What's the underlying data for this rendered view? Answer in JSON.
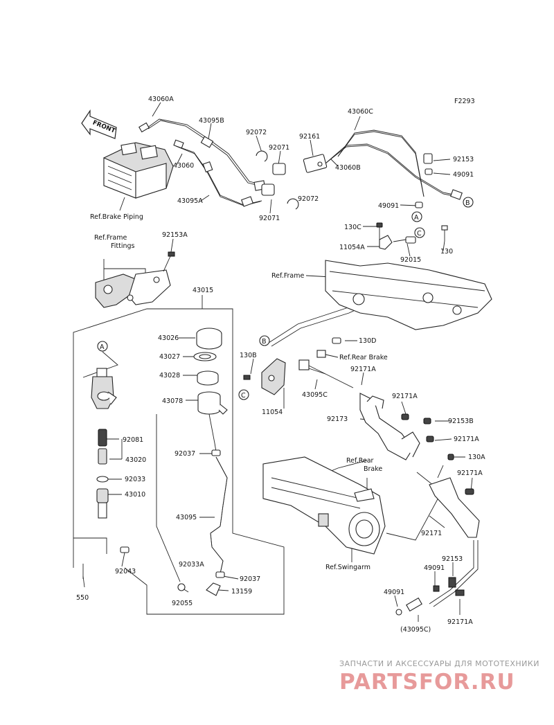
{
  "diagram_code": "F2293",
  "watermark": {
    "tagline": "ЗАПЧАСТИ И АКСЕССУАРЫ ДЛЯ МОТОТЕХНИКИ",
    "brand": "PARTSFOR.RU"
  },
  "front_arrow": "FRONT",
  "refs": {
    "brake_piping": "Ref.Brake Piping",
    "frame_fittings_1": "Ref.Frame",
    "frame_fittings_2": "Fittings",
    "frame": "Ref.Frame",
    "rear_brake_1": "Ref.Rear Brake",
    "rear_brake_2a": "Ref.Rear",
    "rear_brake_2b": "Brake",
    "swingarm": "Ref.Swingarm"
  },
  "callouts": [
    "A",
    "B",
    "C"
  ],
  "parts": {
    "p43060A": "43060A",
    "p43095B": "43095B",
    "p92072a": "92072",
    "p92161": "92161",
    "p43060C": "43060C",
    "p92071a": "92071",
    "p43060": "43060",
    "p43060B": "43060B",
    "p92153": "92153",
    "p49091": "49091",
    "p43095A": "43095A",
    "p92072b": "92072",
    "p92071b": "92071",
    "p49091b": "49091",
    "p130C": "130C",
    "p11054A": "11054A",
    "p92015": "92015",
    "p130": "130",
    "p92153A": "92153A",
    "p43015": "43015",
    "p43026": "43026",
    "p43027": "43027",
    "p43028": "43028",
    "p43078": "43078",
    "p130D": "130D",
    "p130B": "130B",
    "p92171Aa": "92171A",
    "p43095C": "43095C",
    "p11054": "11054",
    "p92171Ab": "92171A",
    "p92173": "92173",
    "p92153B": "92153B",
    "p92171Ac": "92171A",
    "p92081": "92081",
    "p43020": "43020",
    "p92037a": "92037",
    "p130A": "130A",
    "p92171Ad": "92171A",
    "p92033": "92033",
    "p43010": "43010",
    "p43095": "43095",
    "p92171": "92171",
    "p92153c": "92153",
    "p92043": "92043",
    "p92033A": "92033A",
    "p92037b": "92037",
    "p49091c": "49091",
    "p13159": "13159",
    "p49091d": "49091",
    "p550": "550",
    "p92055": "92055",
    "p43095Cp": "(43095C)",
    "p92171Ae": "92171A"
  }
}
